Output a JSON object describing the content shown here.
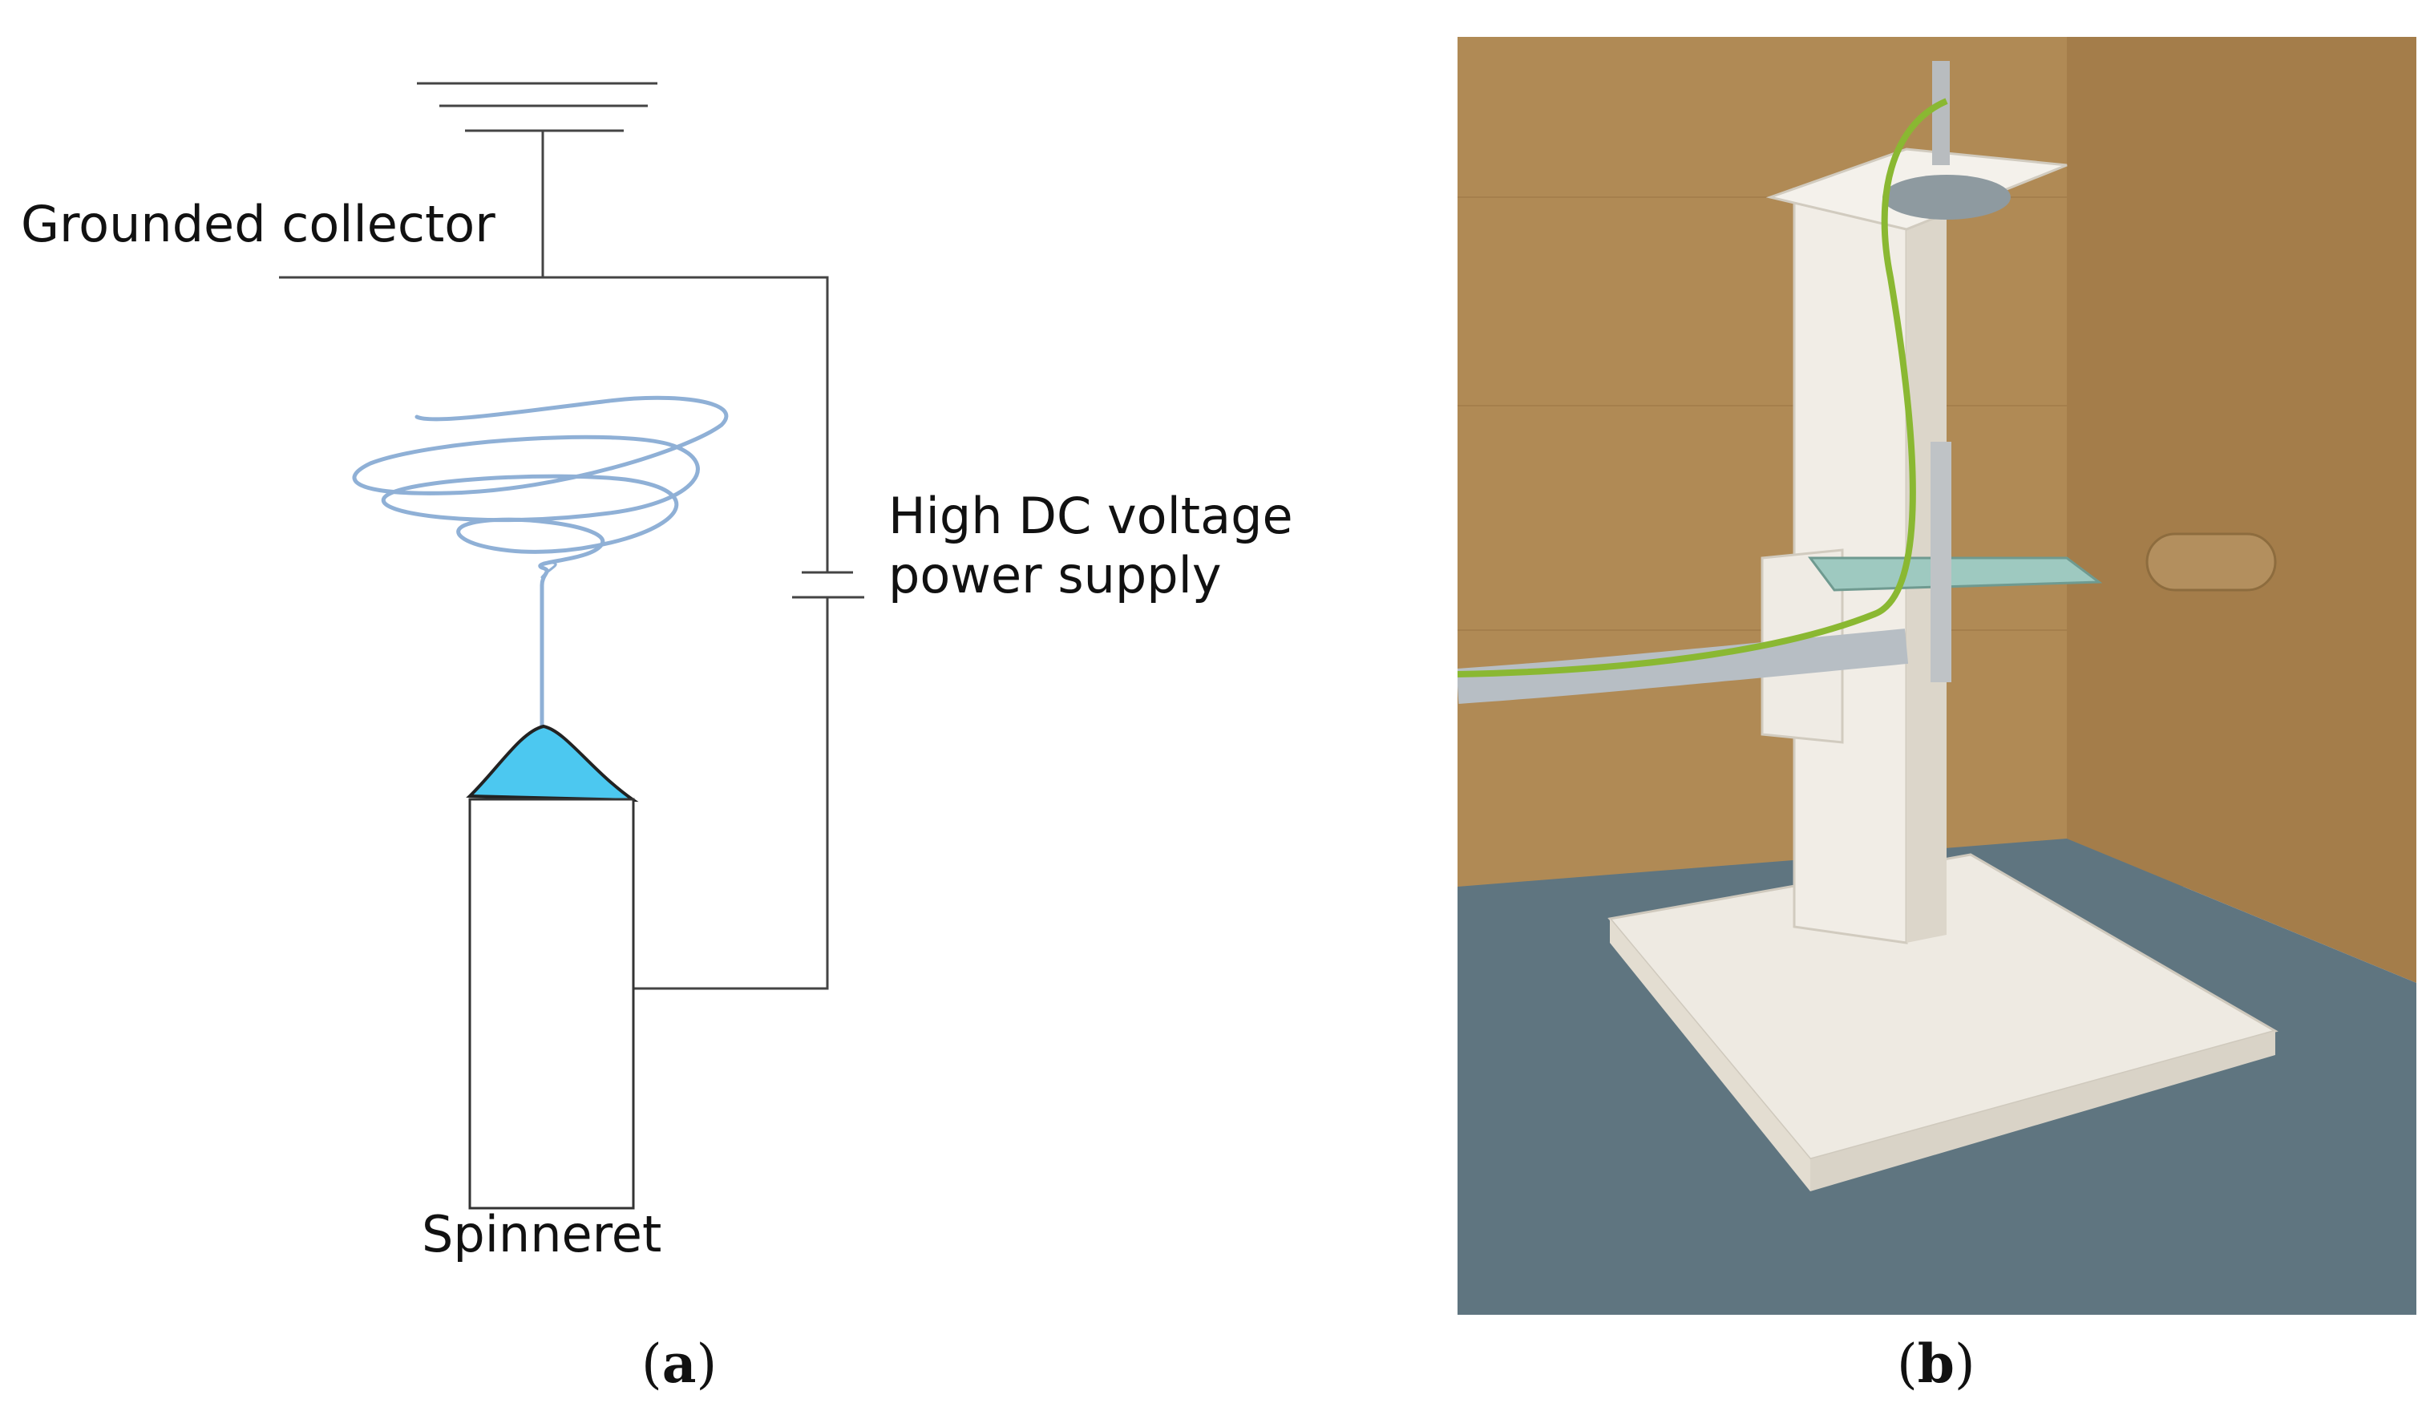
{
  "panel_a": {
    "labels": {
      "collector": "Grounded collector",
      "supply_line1": "High DC voltage",
      "supply_line2": "power supply",
      "spinneret": "Spinneret"
    },
    "colors": {
      "fiber": "#8fb0d6",
      "droplet": "#4cc8f0",
      "line": "#333333"
    },
    "caption": {
      "open": "(",
      "letter": "a",
      "close": ")"
    }
  },
  "panel_b": {
    "caption": {
      "open": "(",
      "letter": "b",
      "close": ")"
    },
    "colors": {
      "cardboard": "#b08a55",
      "floor": "#5f7580",
      "stand": "#eeeae2",
      "glass": "#9ec9c0",
      "cable": "#8ab832",
      "tube": "#b7bec4"
    }
  }
}
